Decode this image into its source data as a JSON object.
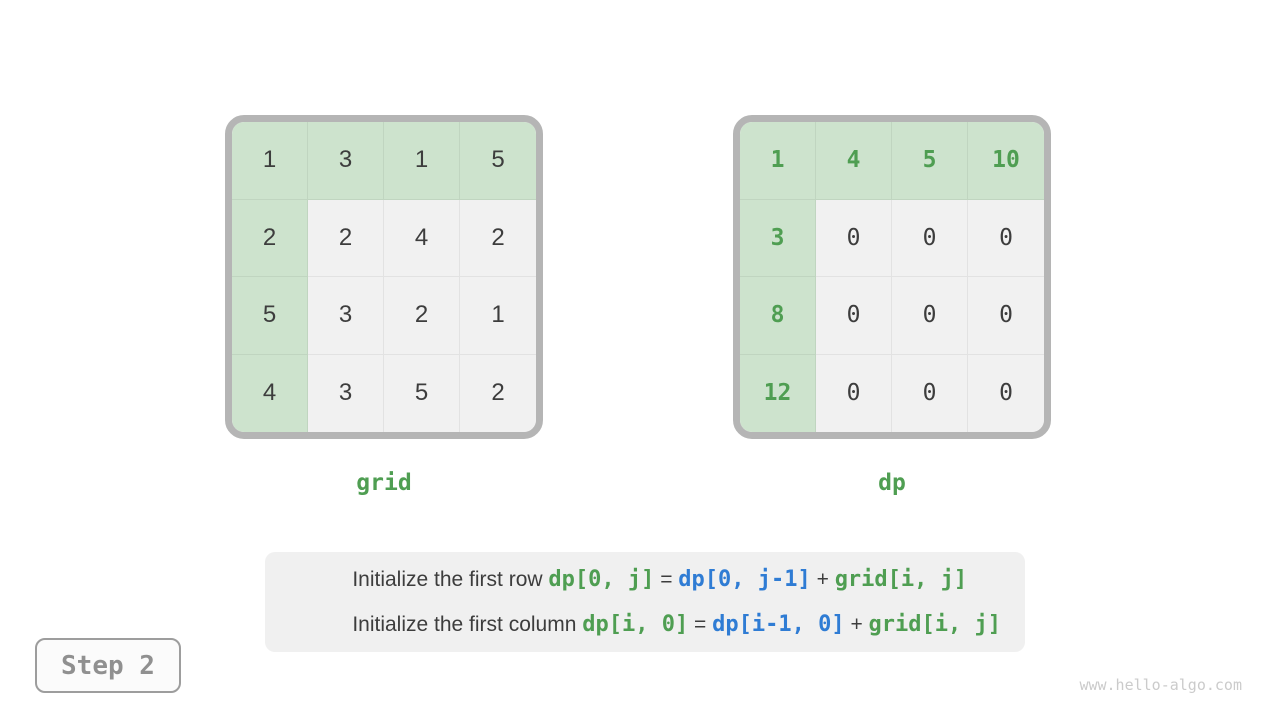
{
  "colors": {
    "green_text": "#4f9e52",
    "green_cell_bg": "#cde3cd",
    "gray_cell_bg": "#f1f1f1",
    "blue_text": "#2f7cd4",
    "dark_text": "#3d3d3d",
    "frame_border": "#b5b5b5"
  },
  "grids": [
    {
      "id": "grid",
      "label": "grid",
      "text_style": "sans",
      "rows": [
        [
          "1",
          "3",
          "1",
          "5"
        ],
        [
          "2",
          "2",
          "4",
          "2"
        ],
        [
          "5",
          "3",
          "2",
          "1"
        ],
        [
          "4",
          "3",
          "5",
          "2"
        ]
      ]
    },
    {
      "id": "dp",
      "label": "dp",
      "text_style": "mono",
      "rows": [
        [
          "1",
          "4",
          "5",
          "10"
        ],
        [
          "3",
          "0",
          "0",
          "0"
        ],
        [
          "8",
          "0",
          "0",
          "0"
        ],
        [
          "12",
          "0",
          "0",
          "0"
        ]
      ]
    }
  ],
  "caption": {
    "lines": [
      {
        "segments": [
          {
            "text": "Initialize the first row ",
            "style": "plain"
          },
          {
            "text": "dp[0, j]",
            "style": "green-code"
          },
          {
            "text": " = ",
            "style": "plain"
          },
          {
            "text": "dp[0, j-1]",
            "style": "blue-code"
          },
          {
            "text": " + ",
            "style": "plain"
          },
          {
            "text": "grid[i, j]",
            "style": "green-code"
          }
        ]
      },
      {
        "segments": [
          {
            "text": "Initialize the first column ",
            "style": "plain"
          },
          {
            "text": "dp[i, 0]",
            "style": "green-code"
          },
          {
            "text": " = ",
            "style": "plain"
          },
          {
            "text": "dp[i-1, 0]",
            "style": "blue-code"
          },
          {
            "text": " + ",
            "style": "plain"
          },
          {
            "text": "grid[i, j]",
            "style": "green-code"
          }
        ]
      }
    ]
  },
  "step_label": "Step 2",
  "watermark": "www.hello-algo.com"
}
